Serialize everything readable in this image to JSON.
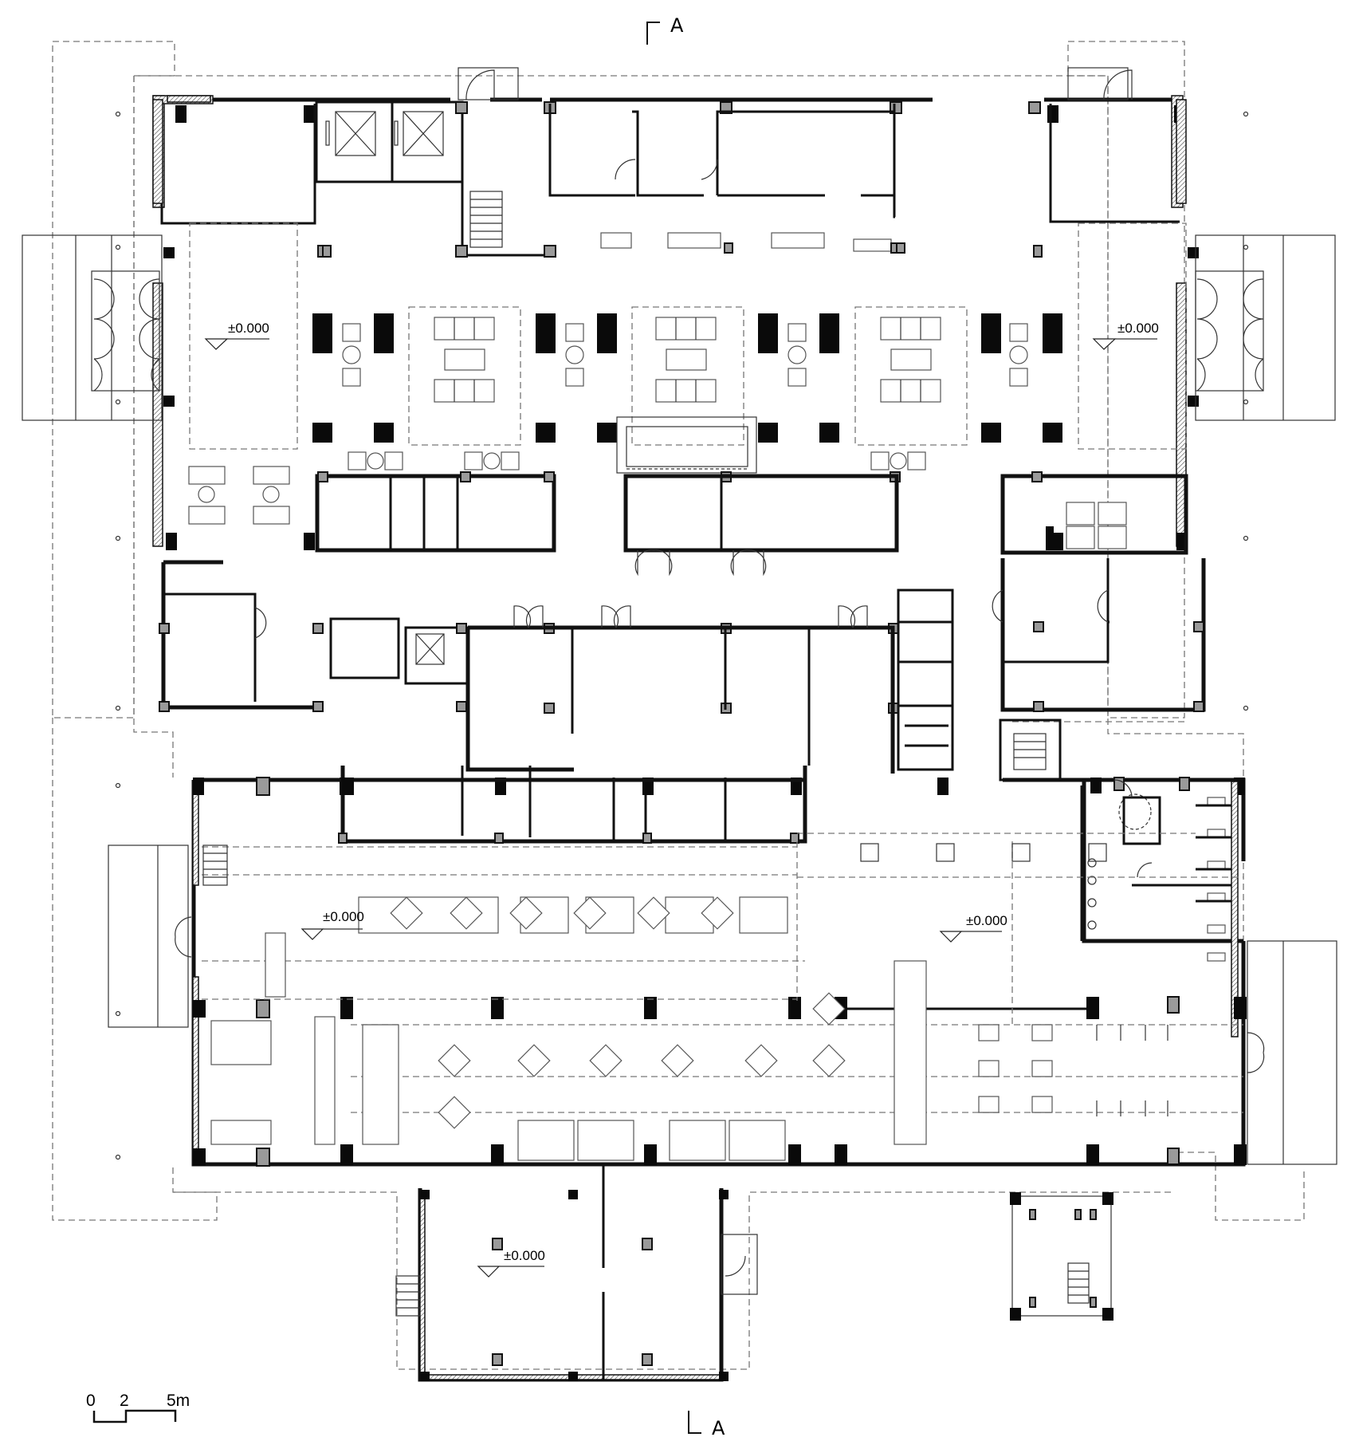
{
  "drawing": {
    "type": "architectural floor plan",
    "section_marker_top": {
      "label": "A"
    },
    "section_marker_bottom": {
      "label": "A"
    },
    "level_marks": [
      {
        "id": "level-west-entrance",
        "text": "±0.000"
      },
      {
        "id": "level-east-entrance",
        "text": "±0.000"
      },
      {
        "id": "level-dining-west",
        "text": "±0.000"
      },
      {
        "id": "level-dining-east",
        "text": "±0.000"
      },
      {
        "id": "level-south-annex",
        "text": "±0.000"
      }
    ],
    "scale_bar": {
      "ticks": [
        "0",
        "2",
        "5m"
      ]
    },
    "colors": {
      "line": "#111111",
      "structural_column": "#0a0a0a",
      "secondary_column": "#9a9a9a",
      "dashed_outline": "#777777",
      "background": "#ffffff"
    }
  }
}
